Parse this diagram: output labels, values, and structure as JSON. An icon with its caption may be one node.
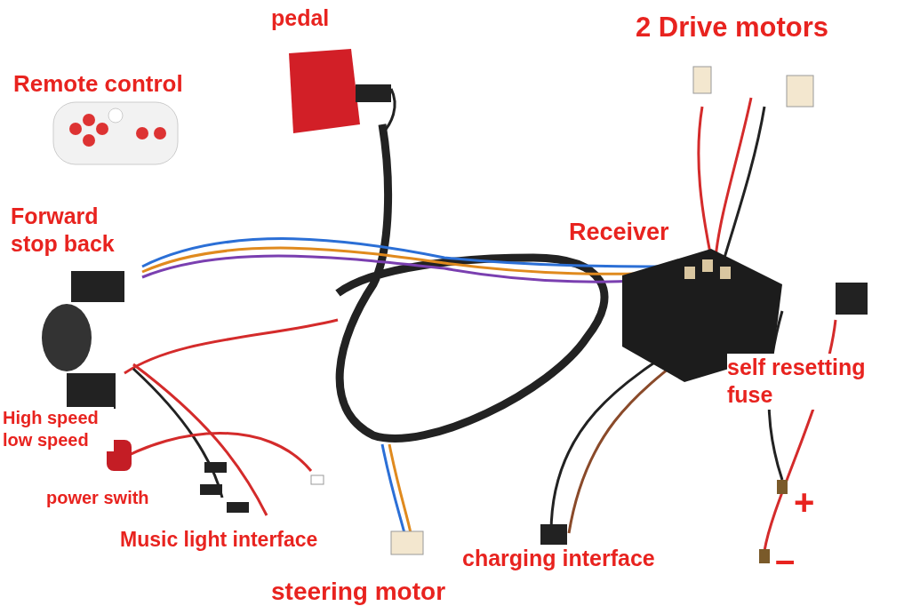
{
  "diagram": {
    "labels": [
      "pedal",
      "2 Drive motors",
      "Remote control",
      "Forward stop back",
      "Receiver",
      "self resetting fuse",
      "High speed low speed",
      "power swith",
      "+",
      "Music light interface",
      "charging interface",
      "–",
      "steering motor"
    ]
  }
}
